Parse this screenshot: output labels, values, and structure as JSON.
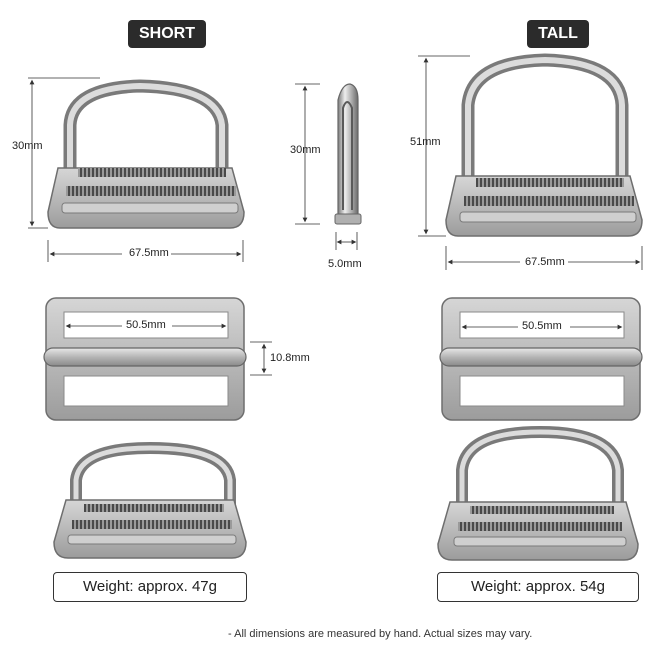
{
  "variants": {
    "short": {
      "label": "SHORT",
      "weight": "Weight: approx. 47g"
    },
    "tall": {
      "label": "TALL",
      "weight": "Weight: approx. 54g"
    }
  },
  "dimensions": {
    "short_height": "30mm",
    "short_width": "67.5mm",
    "side_height": "30mm",
    "side_thickness": "5.0mm",
    "tall_height": "51mm",
    "tall_width": "67.5mm",
    "short_slot": "50.5mm",
    "short_ring": "10.8mm",
    "tall_slot": "50.5mm"
  },
  "footnote": "- All dimensions are measured by hand. Actual sizes may vary.",
  "colors": {
    "metal": "#b8b8b8",
    "metal_dark": "#6e6e6e",
    "badge_bg": "#2b2b2b"
  }
}
